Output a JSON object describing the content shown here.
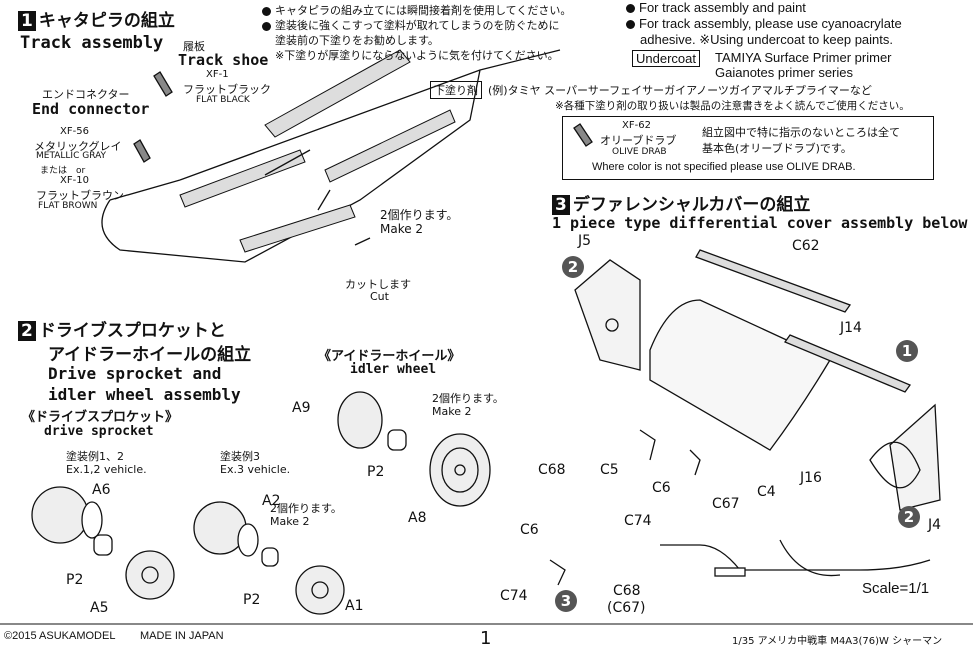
{
  "step1": {
    "number": "1",
    "title_jp": "キャタピラの組立",
    "title_en": "Track assembly",
    "track_shoe_jp": "履板",
    "track_shoe_en": "Track shoe",
    "xf1_code": "XF-1",
    "xf1_jp": "フラットブラック",
    "xf1_en": "FLAT BLACK",
    "end_connector_jp": "エンドコネクター",
    "end_connector_en": "End connector",
    "xf56_code": "XF-56",
    "xf56_jp": "メタリックグレイ",
    "xf56_en": "METALLIC GRAY",
    "or_text": "または　or",
    "xf10_code": "XF-10",
    "xf10_jp": "フラットブラウン",
    "xf10_en": "FLAT BROWN",
    "make2_jp": "2個作ります。",
    "make2_en": "Make 2",
    "cut_jp": "カットします",
    "cut_en": "Cut"
  },
  "notes": {
    "jp_line1": "キャタピラの組み立てには瞬間接着剤を使用してください。",
    "jp_line2": "塗装後に強くこすって塗料が取れてしまうのを防ぐために",
    "jp_line3": "塗装前の下塗りをお勧めします。",
    "jp_line4": "※下塗りが厚塗りにならないように気を付けてください。",
    "en_line1": "For track assembly and paint",
    "en_line2": "For track assembly, please use cyanoacrylate",
    "en_line3": "adhesive. ※Using undercoat to keep paints.",
    "undercoat_label": "Undercoat",
    "undercoat_en1": "TAMIYA Surface Primer primer",
    "undercoat_en2": "Gaianotes primer series",
    "primer_label_jp": "下塗り剤",
    "primer_jp": "(例)タミヤ スーパーサーフェイサーガイアノーツガイアマルチプライマーなど",
    "primer_note_jp": "※各種下塗り剤の取り扱いは製品の注意書きをよく読んでご使用ください。"
  },
  "color_note": {
    "xf62_code": "XF-62",
    "xf62_jp": "オリーブドラブ",
    "xf62_en": "OLIVE DRAB",
    "jp_line1": "組立図中で特に指示のないところは全て",
    "jp_line2": "基本色(オリーブドラブ)です。",
    "en": "Where color is not specified please use OLIVE DRAB."
  },
  "step2": {
    "number": "2",
    "title_jp1": "ドライブスプロケットと",
    "title_jp2": "アイドラーホイールの組立",
    "title_en1": "Drive sprocket and",
    "title_en2": "idler wheel assembly",
    "drive_jp": "《ドライブスプロケット》",
    "drive_en": "drive sprocket",
    "idler_jp": "《アイドラーホイール》",
    "idler_en": "idler wheel",
    "ex12_jp": "塗装例1、2",
    "ex12_en": "Ex.1,2 vehicle.",
    "ex3_jp": "塗装例3",
    "ex3_en": "Ex.3 vehicle.",
    "make2_jp": "2個作ります。",
    "make2_en": "Make 2",
    "parts": [
      "A6",
      "P2",
      "A5",
      "A2",
      "P2",
      "A1",
      "A9",
      "P2",
      "A8"
    ]
  },
  "step3": {
    "number": "3",
    "title_jp": "デファレンシャルカバーの組立",
    "title_en": "1 piece type differential cover assembly below",
    "parts": [
      "J5",
      "C62",
      "J14",
      "J16",
      "J4",
      "C68",
      "C5",
      "C6",
      "C4",
      "C67",
      "C74",
      "C6",
      "C74",
      "C68",
      "(C67)"
    ],
    "callouts": [
      "2",
      "1",
      "2",
      "3"
    ],
    "scale": "Scale=1/1"
  },
  "footer": {
    "copyright": "©2015 ASUKAMODEL",
    "made_in": "MADE IN JAPAN",
    "page": "1",
    "product": "1/35 アメリカ中戦車 M4A3(76)W シャーマン"
  }
}
